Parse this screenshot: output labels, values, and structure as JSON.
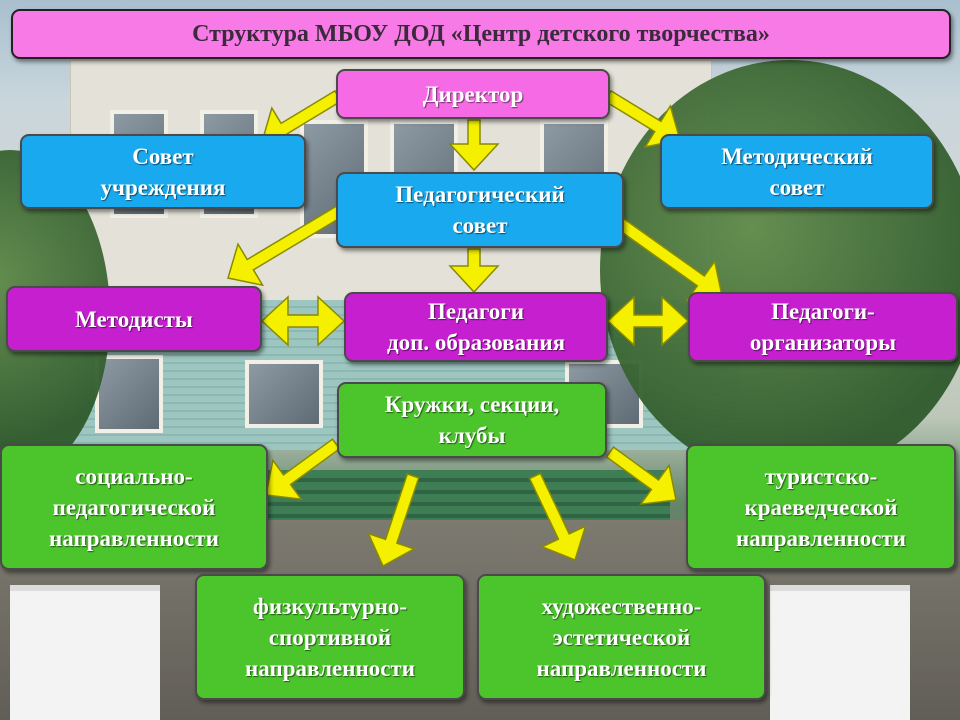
{
  "title": "Структура МБОУ ДОД «Центр детского творчества»",
  "colors": {
    "title_fill": "#f77ae6",
    "director_fill": "#f66ae6",
    "council_fill": "#19a9ee",
    "staff_fill": "#c61fd0",
    "clubs_fill": "#4cc42c",
    "arrow_fill": "#f4f000",
    "arrow_outline": "#8a8a00"
  },
  "nodes": {
    "director": {
      "lines": [
        "Директор"
      ]
    },
    "institution_council": {
      "lines": [
        "Совет",
        "учреждения"
      ]
    },
    "pedagogical_council": {
      "lines": [
        "Педагогический",
        "совет"
      ]
    },
    "methodical_council": {
      "lines": [
        "Методический",
        "совет"
      ]
    },
    "methodists": {
      "lines": [
        "Методисты"
      ]
    },
    "additional_education_teachers": {
      "lines": [
        "Педагоги",
        "доп. образования"
      ]
    },
    "teacher_organizers": {
      "lines": [
        "Педагоги-",
        "организаторы"
      ]
    },
    "clubs": {
      "lines": [
        "Кружки, секции,",
        "клубы"
      ]
    },
    "social_pedagogical": {
      "lines": [
        "социально-",
        "педагогической",
        "направленности"
      ]
    },
    "tourist_local_history": {
      "lines": [
        "туристско-",
        "краеведческой",
        "направленности"
      ]
    },
    "physical_sports": {
      "lines": [
        "физкультурно-",
        "спортивной",
        "направленности"
      ]
    },
    "artistic_aesthetic": {
      "lines": [
        "художественно-",
        "эстетической",
        "направленности"
      ]
    }
  }
}
